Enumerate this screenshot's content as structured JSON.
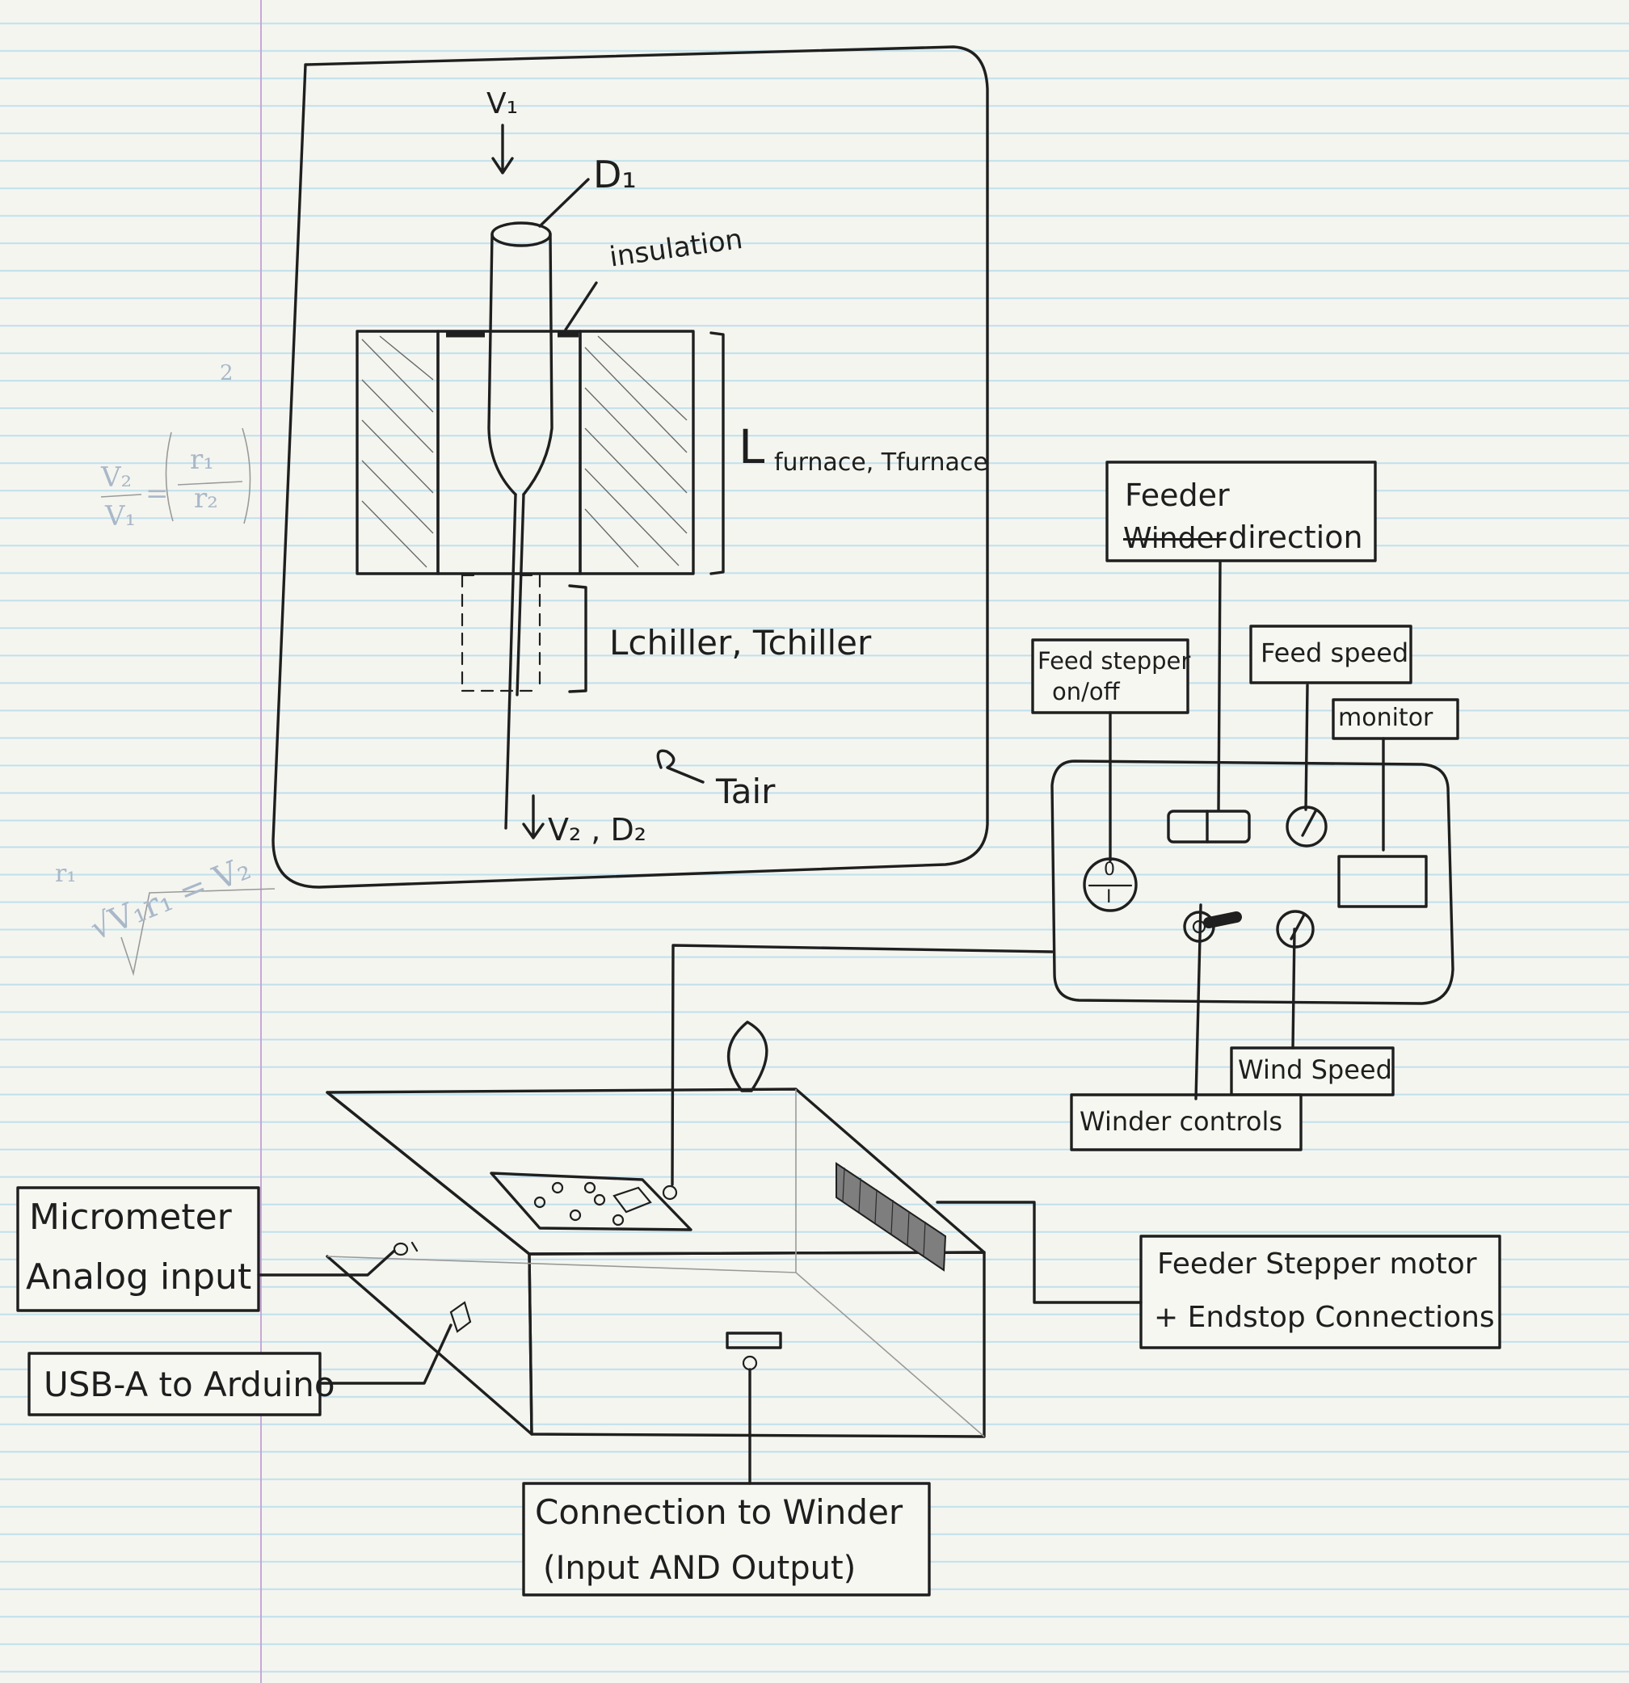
{
  "diagram": {
    "top_box": {
      "v1": "V₁",
      "d1": "D₁",
      "insulation": "insulation",
      "furnace_label": "L",
      "furnace_sub": "furnace, Tfurnace",
      "chiller_label": "Lchiller, Tchiller",
      "tair": "Tair",
      "output": "V₂ , D₂"
    },
    "margin_equation": {
      "lhs_num": "V₂",
      "lhs_den": "V₁",
      "equals": "=",
      "rhs_num": "r₁",
      "rhs_den": "r₂",
      "exponent": "2",
      "r1_note": "r₁",
      "scribble": "√V₁r₁ = V₂"
    },
    "control_panel": {
      "feeder_direction": {
        "line1": "Feeder",
        "struck": "Winder",
        "line2": "direction"
      },
      "feed_stepper": {
        "line1": "Feed stepper",
        "line2": "on/off"
      },
      "feed_speed": "Feed speed",
      "monitor": "monitor",
      "wind_speed": "Wind Speed",
      "winder_controls": "Winder controls",
      "switch_on": "0",
      "switch_off": "I"
    },
    "enclosure": {
      "micrometer": {
        "line1": "Micrometer",
        "line2": "Analog input"
      },
      "usb": "USB-A to Arduino",
      "feeder_stepper": {
        "line1": "Feeder Stepper motor",
        "line2": "+ Endstop Connections"
      },
      "connection_winder": {
        "line1": "Connection to Winder",
        "line2": "(Input AND Output)"
      }
    }
  }
}
